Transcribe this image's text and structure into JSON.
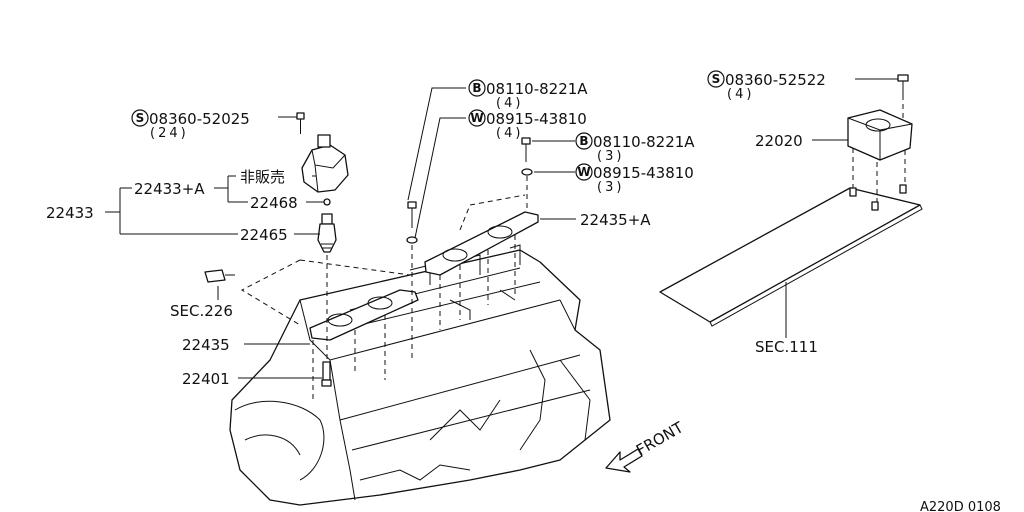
{
  "callouts": {
    "s_08360_52025": {
      "symbol": "S",
      "part": "08360-52025",
      "qty": "(24)"
    },
    "b_08110_8221a_4": {
      "symbol": "B",
      "part": "08110-8221A",
      "qty": "(4)"
    },
    "w_08915_43810_4": {
      "symbol": "W",
      "part": "08915-43810",
      "qty": "(4)"
    },
    "b_08110_8221a_3": {
      "symbol": "B",
      "part": "08110-8221A",
      "qty": "(3)"
    },
    "w_08915_43810_3": {
      "symbol": "W",
      "part": "08915-43810",
      "qty": "(3)"
    },
    "s_08360_52522": {
      "symbol": "S",
      "part": "08360-52522",
      "qty": "(4)"
    }
  },
  "labels": {
    "p22433": "22433",
    "p22433a": "22433+A",
    "not_for_sale": "非販売",
    "p22468": "22468",
    "p22465": "22465",
    "sec226": "SEC.226",
    "p22435a": "22435+A",
    "p22435": "22435",
    "p22401": "22401",
    "p22020": "22020",
    "sec111": "SEC.111",
    "front": "FRONT",
    "diagram_code": "A220D 0108"
  }
}
